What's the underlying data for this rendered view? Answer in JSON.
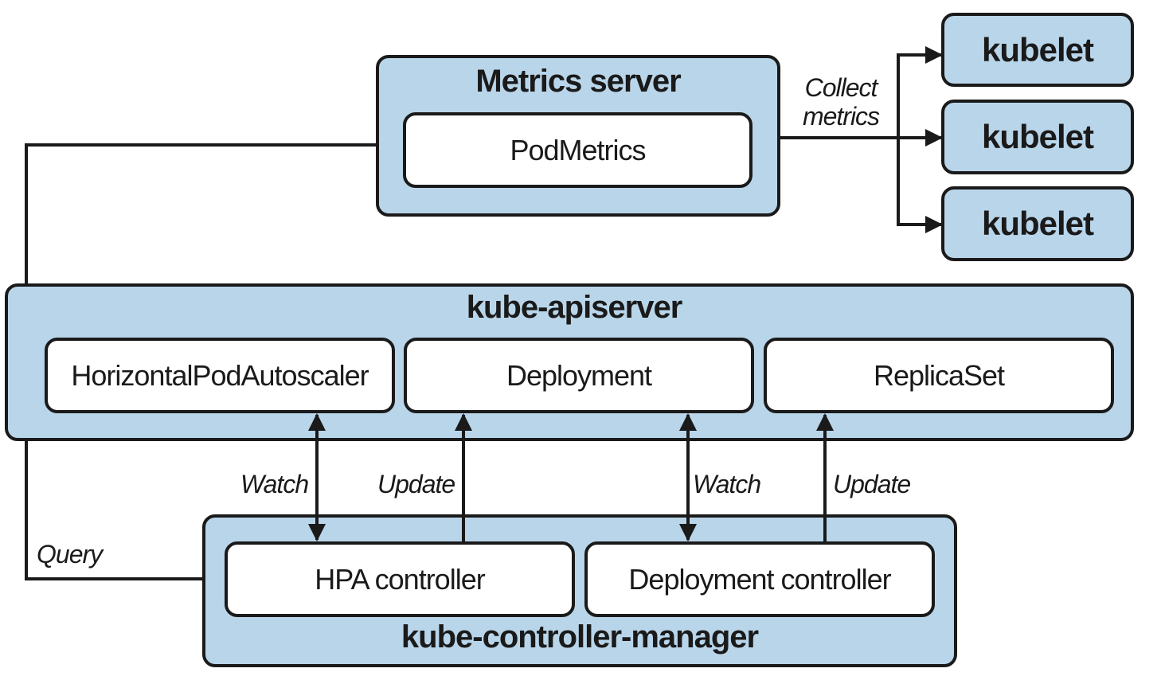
{
  "metrics_server": {
    "title": "Metrics server",
    "pod_metrics": "PodMetrics"
  },
  "kubelets": [
    "kubelet",
    "kubelet",
    "kubelet"
  ],
  "collect_label": {
    "line1": "Collect",
    "line2": "metrics"
  },
  "apiserver": {
    "title": "kube-apiserver",
    "resources": [
      "HorizontalPodAutoscaler",
      "Deployment",
      "ReplicaSet"
    ]
  },
  "controller_manager": {
    "title": "kube-controller-manager",
    "controllers": [
      "HPA controller",
      "Deployment controller"
    ]
  },
  "edge_labels": {
    "watch_hpa": "Watch",
    "update_deployment": "Update",
    "watch_deployment": "Watch",
    "update_replicaset": "Update",
    "query": "Query"
  },
  "colors": {
    "container_fill": "#b9d5ea",
    "inner_fill": "#ffffff",
    "stroke": "#1a1a1a"
  }
}
